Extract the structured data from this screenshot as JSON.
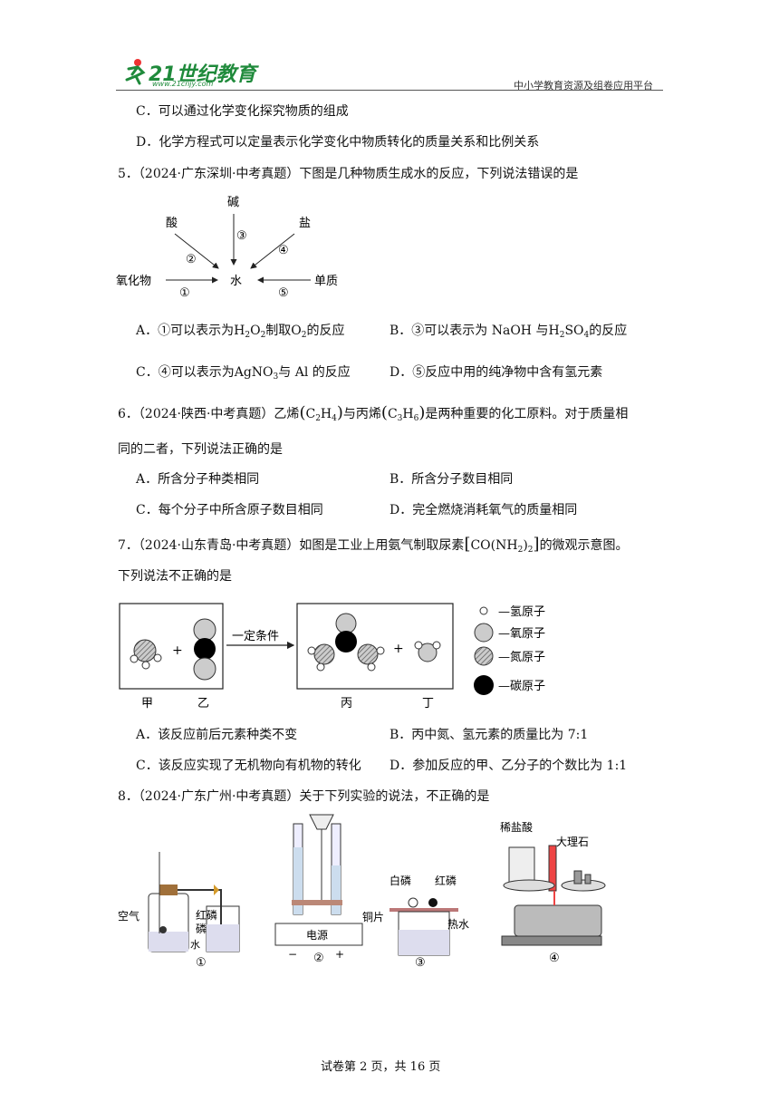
{
  "header": {
    "logo_main": "21世纪教育",
    "logo_sub": "www.21cnjy.com",
    "platform": "中小学教育资源及组卷应用平台"
  },
  "q4": {
    "optC": "C．可以通过化学变化探究物质的组成",
    "optD": "D．化学方程式可以定量表示化学变化中物质转化的质量关系和比例关系"
  },
  "q5": {
    "stem": "5．（2024·广东深圳·中考真题）下图是几种物质生成水的反应，下列说法错误的是",
    "diagram": {
      "acid": "酸",
      "base": "碱",
      "salt": "盐",
      "oxide": "氧化物",
      "water": "水",
      "element": "单质",
      "n1": "①",
      "n2": "②",
      "n3": "③",
      "n4": "④",
      "n5": "⑤"
    },
    "optA_pre": "A．①可以表示为",
    "optA_f1": "H",
    "optA_f1s": "2",
    "optA_f1b": "O",
    "optA_f1bs": "2",
    "optA_mid": "制取",
    "optA_f2": "O",
    "optA_f2s": "2",
    "optA_post": "的反应",
    "optB_pre": "B．③可以表示为 NaOH 与",
    "optB_f": "H",
    "optB_fs": "2",
    "optB_fb": "SO",
    "optB_fbs": "4",
    "optB_post": "的反应",
    "optC_pre": "C．④可以表示为",
    "optC_f": "AgNO",
    "optC_fs": "3",
    "optC_post": "与 Al 的反应",
    "optD": "D．⑤反应中用的纯净物中含有氢元素"
  },
  "q6": {
    "stem_pre": "6．（2024·陕西·中考真题）乙烯",
    "f1": "C",
    "f1s": "2",
    "f1b": "H",
    "f1bs": "4",
    "stem_mid": "与丙烯",
    "f2": "C",
    "f2s": "3",
    "f2b": "H",
    "f2bs": "6",
    "stem_post": "是两种重要的化工原料。对于质量相",
    "stem2": "同的二者，下列说法正确的是",
    "optA": "A．所含分子种类相同",
    "optB": "B．所含分子数目相同",
    "optC": "C．每个分子中所含原子数目相同",
    "optD": "D．完全燃烧消耗氧气的质量相同"
  },
  "q7": {
    "stem_pre": "7．（2024·山东青岛·中考真题）如图是工业上用氨气制取尿素",
    "formula": "CO(NH",
    "formula_s": "2",
    "formula_end": ")",
    "formula_s2": "2",
    "stem_post": "的微观示意图。",
    "stem2": "下列说法不正确的是",
    "diagram": {
      "condition": "一定条件",
      "plus": "+",
      "jia": "甲",
      "yi": "乙",
      "bing": "丙",
      "ding": "丁",
      "legend": [
        "—氢原子",
        "—氧原子",
        "—氮原子",
        "—碳原子"
      ]
    },
    "optA": "A．该反应前后元素种类不变",
    "optB": "B．丙中氮、氢元素的质量比为 7:1",
    "optC": "C．该反应实现了无机物向有机物的转化",
    "optD": "D．参加反应的甲、乙分子的个数比为 1:1"
  },
  "q8": {
    "stem": "8．（2024·广东广州·中考真题）关于下列实验的说法，不正确的是",
    "fig1": {
      "air": "空气",
      "red_p": "红磷",
      "water": "水",
      "num": "①"
    },
    "fig2": {
      "power": "电源",
      "minus": "−",
      "plus": "+",
      "num": "②"
    },
    "fig3": {
      "white_p": "白磷",
      "red_p": "红磷",
      "copper": "铜片",
      "hot_water": "热水",
      "num": "③"
    },
    "fig4": {
      "acid": "稀盐酸",
      "marble": "大理石",
      "num": "④"
    }
  },
  "footer": "试卷第 2 页，共 16 页"
}
